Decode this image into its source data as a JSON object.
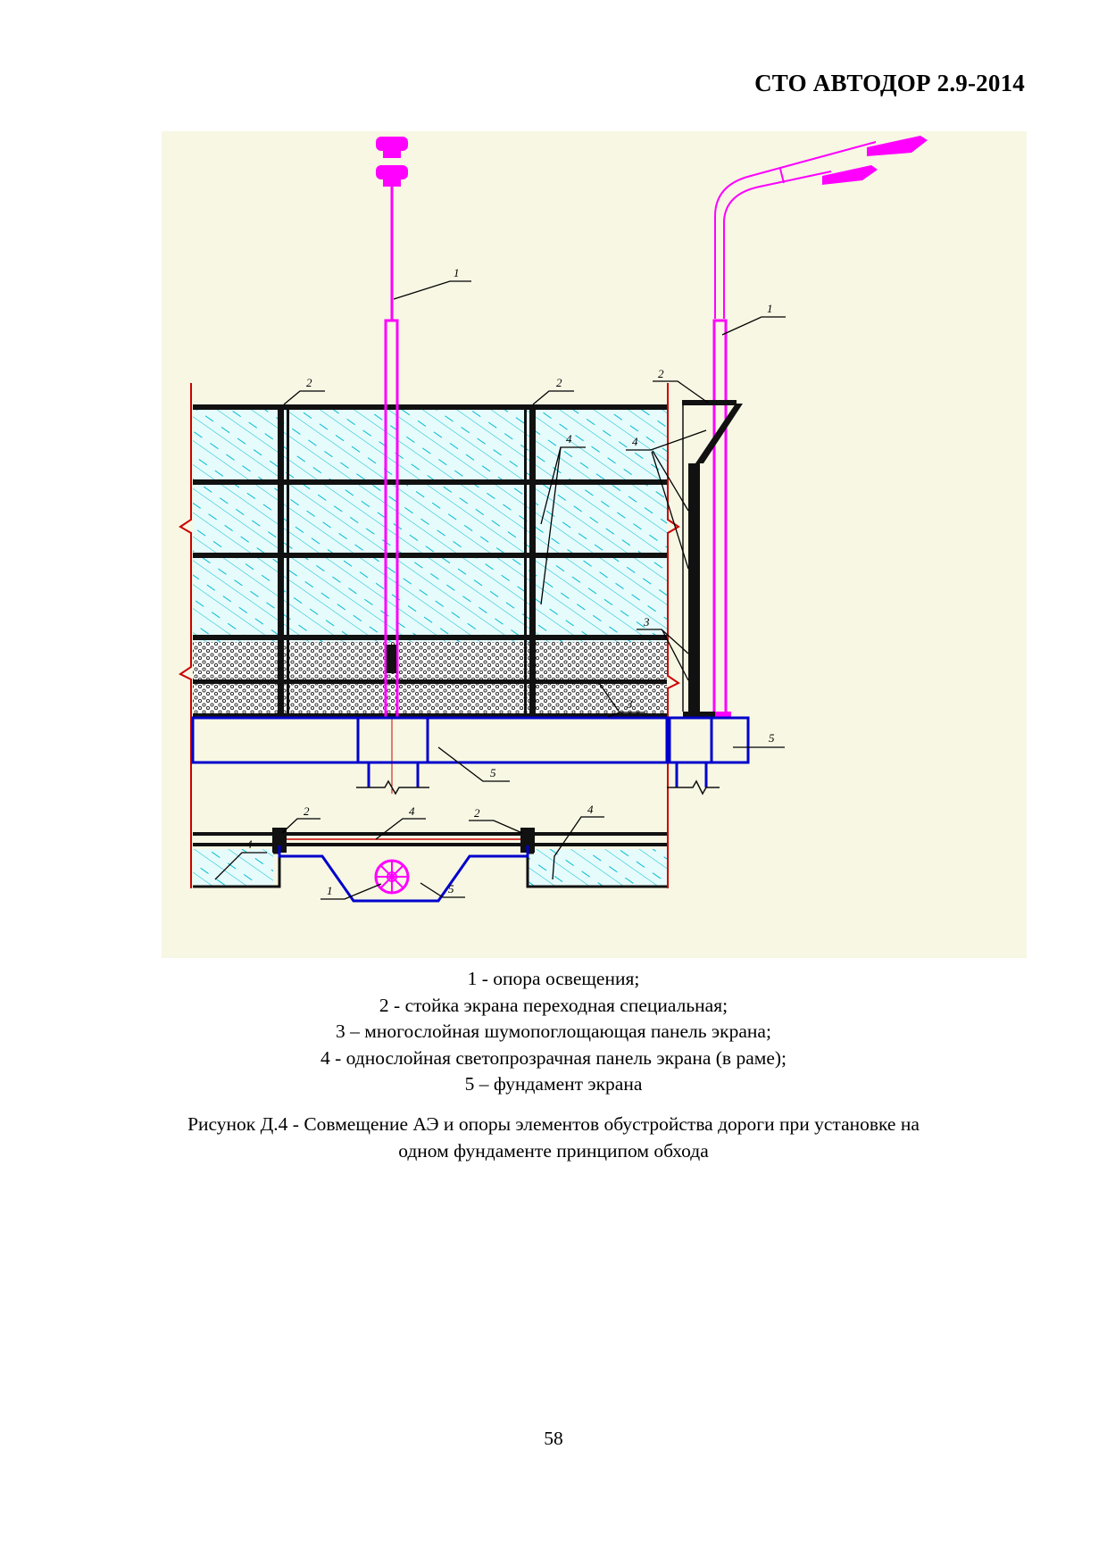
{
  "header": {
    "doc_code": "СТО АВТОДОР 2.9-2014"
  },
  "figure": {
    "labels": {
      "l1": "1",
      "l2": "2",
      "l3": "3",
      "l4": "4",
      "l5": "5"
    },
    "colors": {
      "light_pole": "#ff00ff",
      "foundation": "#0000cc",
      "glass_hatch": "#00bcd4",
      "glass_fill": "#e6fbfb",
      "frame": "#111111",
      "edge": "#cc0000",
      "background": "#f7f7e4"
    }
  },
  "legend": {
    "items": [
      "1 - опора освещения;",
      "2 - стойка экрана переходная специальная;",
      "3 – многослойная шумопоглощающая панель экрана;",
      "4 - однослойная светопрозрачная панель экрана (в раме);",
      "5 – фундамент экрана"
    ]
  },
  "caption": {
    "line1": "Рисунок Д.4 - Совмещение АЭ и опоры элементов обустройства дороги при установке на",
    "line2": "одном фундаменте принципом обхода"
  },
  "page": {
    "number": "58"
  }
}
